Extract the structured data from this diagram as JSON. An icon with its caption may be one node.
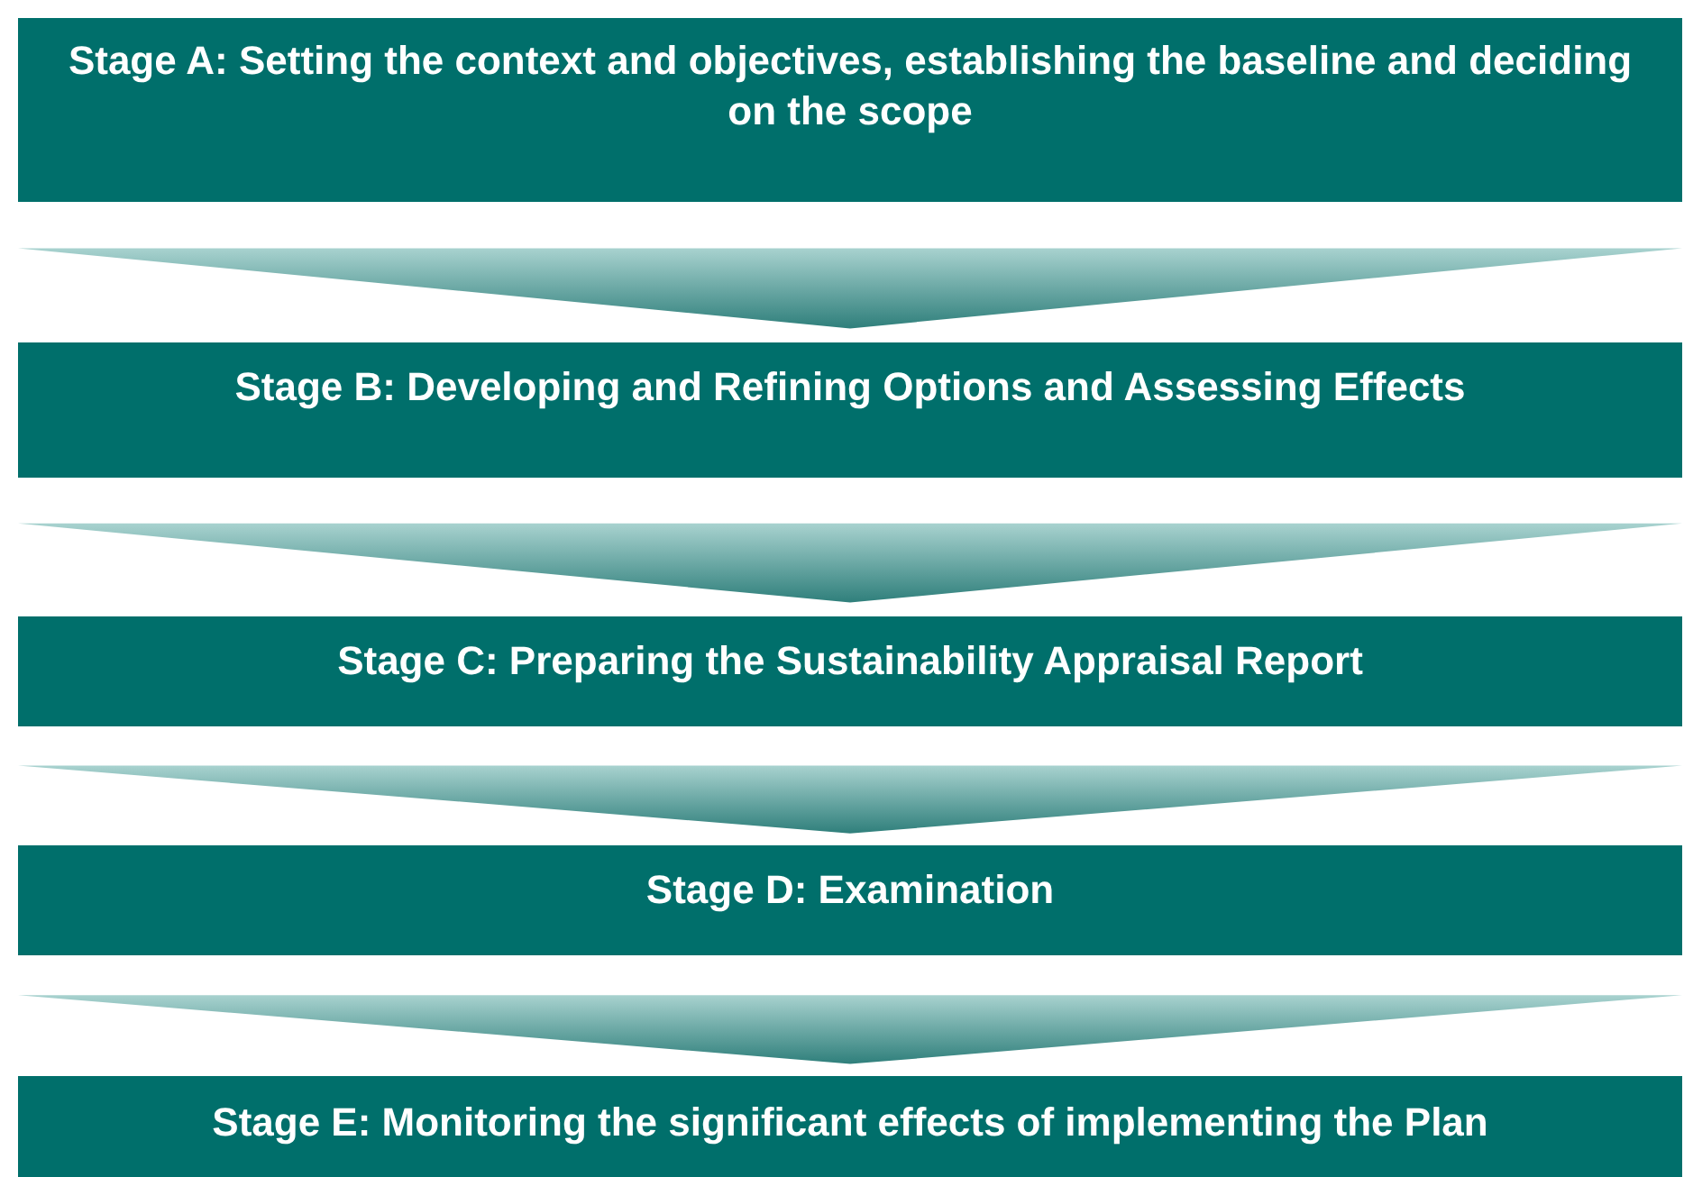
{
  "diagram": {
    "nodes": [
      {
        "text": [
          "Stage A: Setting the context and objectives, establishing the baseline and deciding on the scope"
        ]
      },
      {
        "text": [
          "Stage B: Developing and Refining Options and Assessing Effects"
        ]
      },
      {
        "text": [
          "Stage C: Preparing the Sustainability Appraisal Report"
        ]
      },
      {
        "text": [
          "Stage D: Examination"
        ]
      },
      {
        "text": [
          "Stage E: Monitoring the significant effects of implementing the Plan"
        ]
      }
    ],
    "edges": [
      {
        "from": 0,
        "to": 1,
        "arrow": "to"
      },
      {
        "from": 1,
        "to": 2,
        "arrow": "to"
      },
      {
        "from": 2,
        "to": 3,
        "arrow": "to"
      },
      {
        "from": 3,
        "to": 4,
        "arrow": "to"
      }
    ]
  }
}
